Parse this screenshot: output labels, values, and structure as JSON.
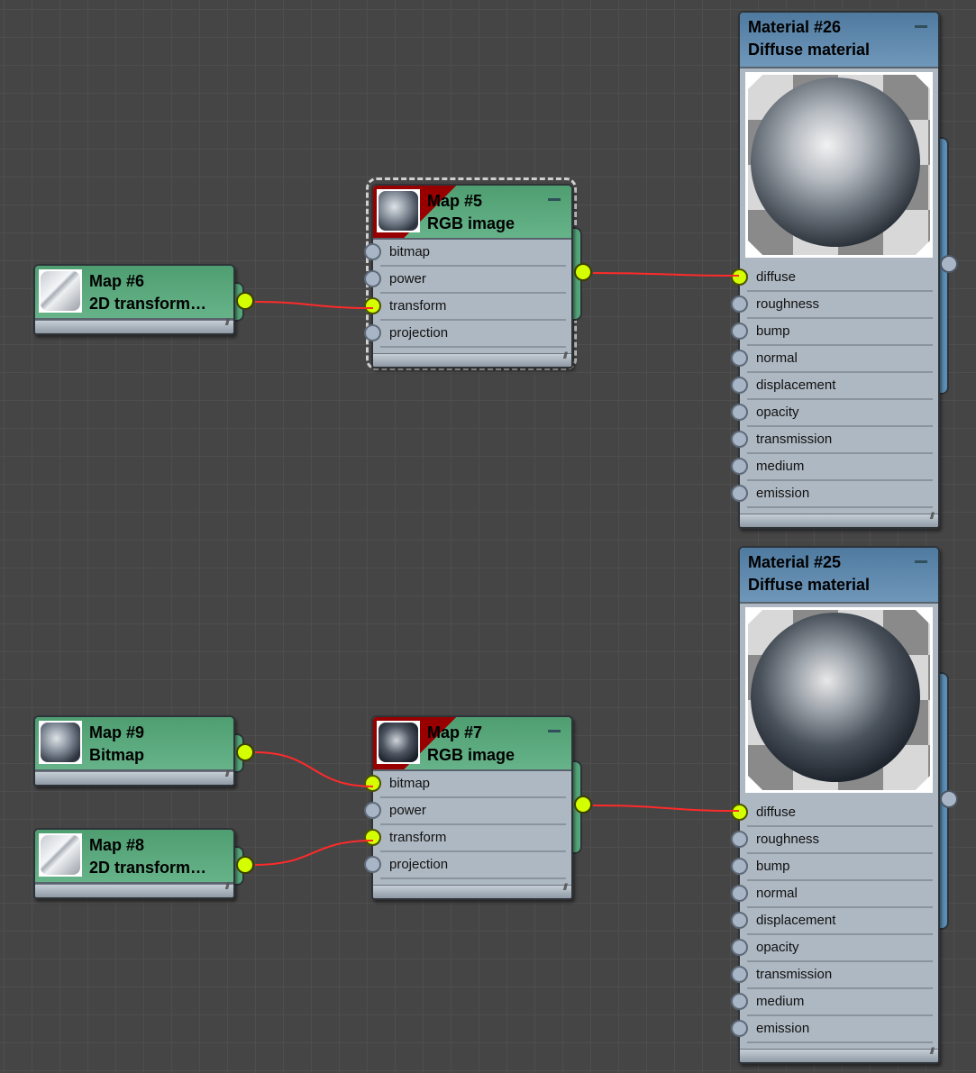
{
  "nodes": {
    "map6": {
      "title": "Map #6",
      "subtitle": "2D transform…",
      "thumb_icon": "2d-transform-icon"
    },
    "map5": {
      "title": "Map #5",
      "subtitle": "RGB image",
      "thumb_icon": "image-thumbnail",
      "inputs": [
        "bitmap",
        "power",
        "transform",
        "projection"
      ],
      "connected": [
        false,
        false,
        true,
        false
      ],
      "selected": true
    },
    "mat26": {
      "title": "Material #26",
      "subtitle": "Diffuse material",
      "inputs": [
        "diffuse",
        "roughness",
        "bump",
        "normal",
        "displacement",
        "opacity",
        "transmission",
        "medium",
        "emission"
      ],
      "connected": [
        true,
        false,
        false,
        false,
        false,
        false,
        false,
        false,
        false
      ]
    },
    "map9": {
      "title": "Map #9",
      "subtitle": "Bitmap",
      "thumb_icon": "image-thumbnail"
    },
    "map8": {
      "title": "Map #8",
      "subtitle": "2D transform…",
      "thumb_icon": "2d-transform-icon"
    },
    "map7": {
      "title": "Map #7",
      "subtitle": "RGB image",
      "thumb_icon": "image-thumbnail",
      "inputs": [
        "bitmap",
        "power",
        "transform",
        "projection"
      ],
      "connected": [
        true,
        false,
        true,
        false
      ]
    },
    "mat25": {
      "title": "Material #25",
      "subtitle": "Diffuse material",
      "inputs": [
        "diffuse",
        "roughness",
        "bump",
        "normal",
        "displacement",
        "opacity",
        "transmission",
        "medium",
        "emission"
      ],
      "connected": [
        true,
        false,
        false,
        false,
        false,
        false,
        false,
        false,
        false
      ]
    }
  },
  "colors": {
    "wire": "#ff2a2a",
    "port_connected": "#d4ff00",
    "map_header": "#5aa87c",
    "material_header": "#5f89ad",
    "background": "#454545"
  }
}
